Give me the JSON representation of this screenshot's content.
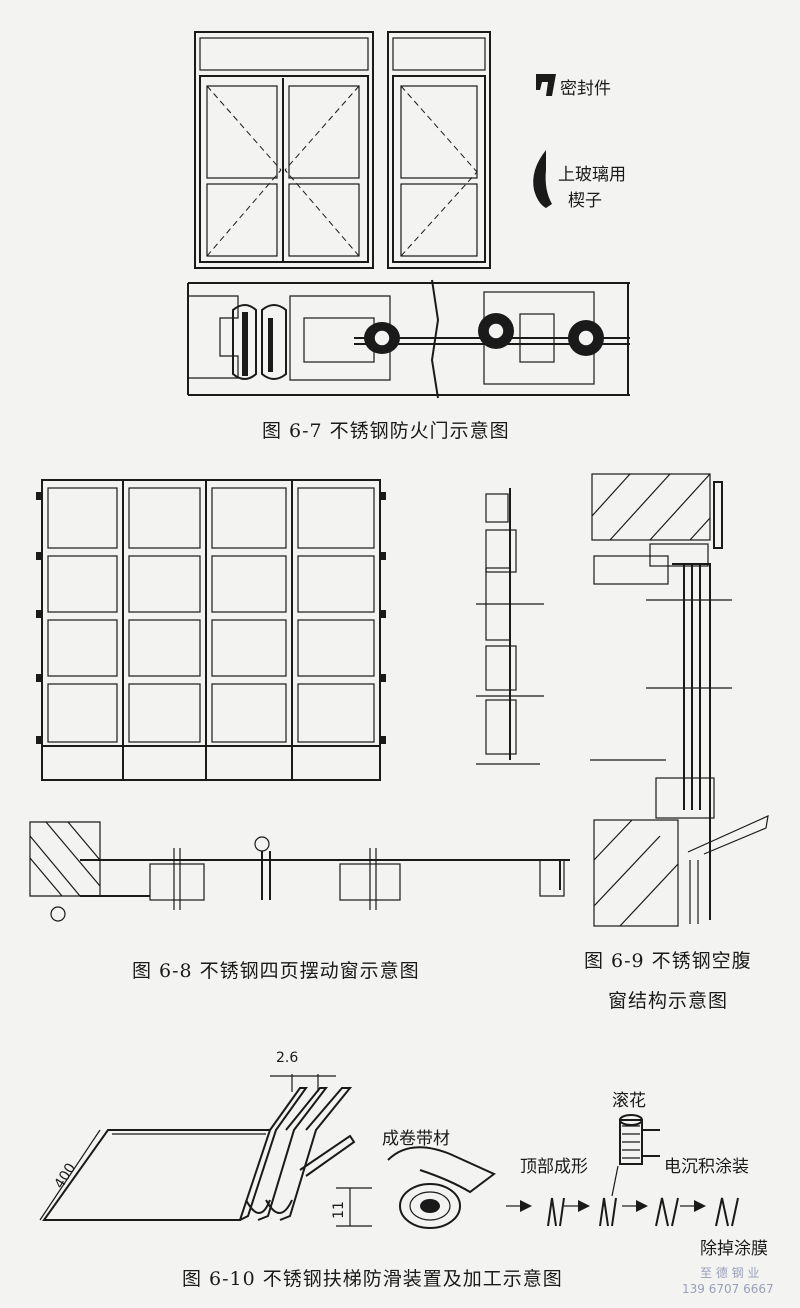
{
  "figures": {
    "fig67": {
      "caption": "图 6-7   不锈钢防火门示意图",
      "labels": {
        "seal": "密封件",
        "wedge_line1": "上玻璃用",
        "wedge_line2": "楔子"
      }
    },
    "fig68": {
      "caption": "图 6-8   不锈钢四页摆动窗示意图"
    },
    "fig69": {
      "caption_line1": "图 6-9   不锈钢空腹",
      "caption_line2": "窗结构示意图"
    },
    "fig610": {
      "caption": "图 6-10   不锈钢扶梯防滑装置及加工示意图",
      "dims": {
        "gap": "2.6",
        "length": "400",
        "height": "11"
      },
      "labels": {
        "coil": "成卷带材",
        "knurl": "滚花",
        "top_forming": "顶部成形",
        "electrodeposition": "电沉积涂装",
        "remove_film": "除掉涂膜"
      }
    }
  },
  "watermark": {
    "line1": "至 德 钢 业",
    "line2": "139 6707 6667"
  }
}
